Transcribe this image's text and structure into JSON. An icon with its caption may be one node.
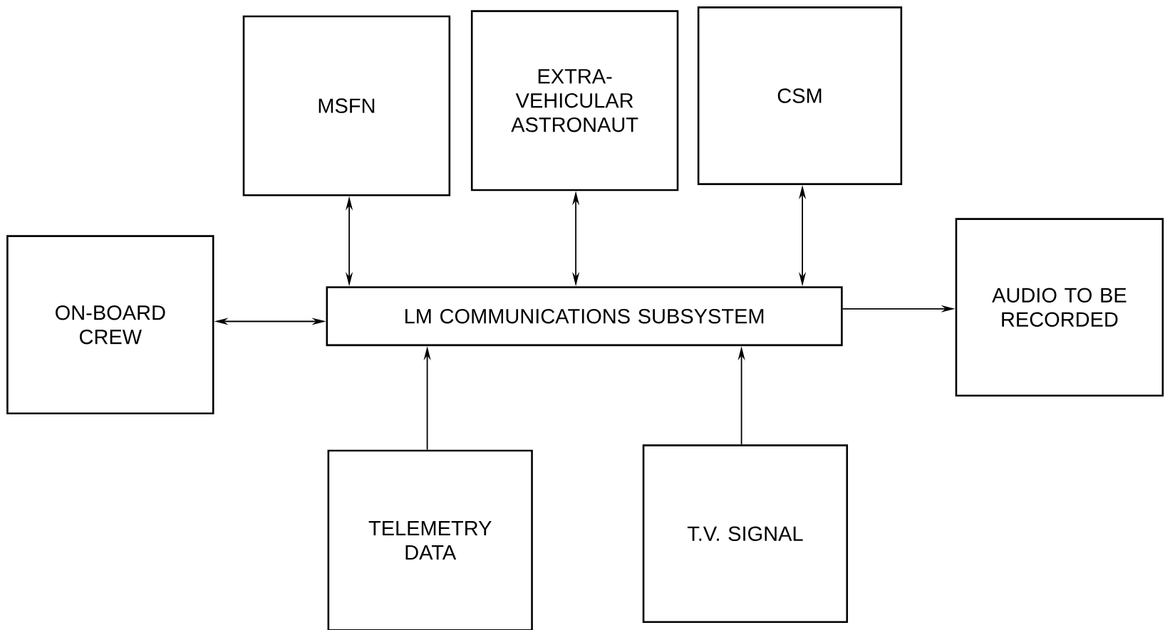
{
  "diagram": {
    "nodes": [
      {
        "text": [
          "MSFN"
        ]
      },
      {
        "text": [
          "EXTRA-VEHICULAR ASTRONAUT"
        ]
      },
      {
        "text": [
          "CSM"
        ]
      },
      {
        "text": [
          "ON-BOARD CREW"
        ]
      },
      {
        "text": [
          "LM COMMUNICATIONS SUBSYSTEM"
        ]
      },
      {
        "text": [
          "AUDIO TO BE RECORDED"
        ]
      },
      {
        "text": [
          "TELEMETRY DATA"
        ]
      },
      {
        "text": [
          "T.V. SIGNAL"
        ]
      }
    ],
    "edges": [
      {
        "from": 0,
        "to": 4,
        "arrow": "both"
      },
      {
        "from": 1,
        "to": 4,
        "arrow": "both"
      },
      {
        "from": 2,
        "to": 4,
        "arrow": "both"
      },
      {
        "from": 3,
        "to": 4,
        "arrow": "both"
      },
      {
        "from": 4,
        "to": 5,
        "arrow": "to"
      },
      {
        "from": 6,
        "to": 4,
        "arrow": "to"
      },
      {
        "from": 7,
        "to": 4,
        "arrow": "to"
      }
    ]
  }
}
